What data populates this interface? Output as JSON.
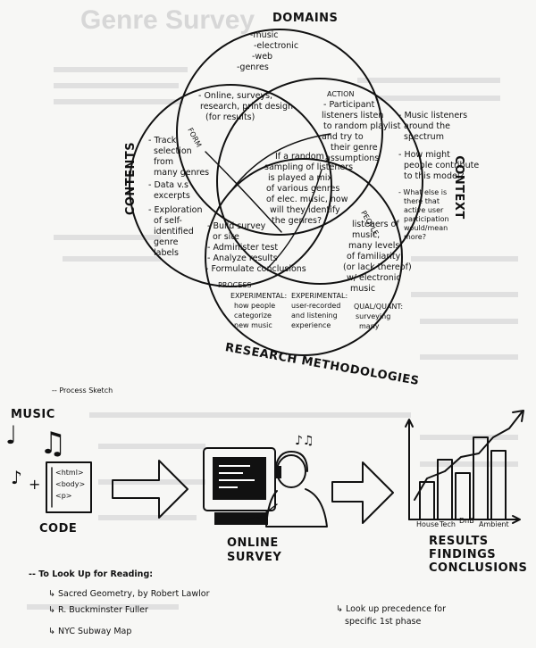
{
  "background_text": {
    "title": "Genre Survey"
  },
  "venn": {
    "domains_label": "DOMAINS",
    "domains_items": [
      "-music",
      "-electronic",
      "-web",
      "-genres"
    ],
    "context_label": "CONTEXT",
    "contents_label": "CONTENTS",
    "research_label": "RESEARCH METHODOLOGIES",
    "form_label": "FORM",
    "action_label": "ACTION",
    "people_label": "PEOPLE",
    "process_label": "PROCESS",
    "form_text": [
      "- Online, surveys,",
      "research, print design",
      "(for results)"
    ],
    "action_text": [
      "- Participant",
      "listeners listen",
      "to random playlist",
      "and try to",
      "their genre",
      "assumptions"
    ],
    "context_text": [
      "- Music listeners",
      "around the",
      "spectrum",
      "- How might",
      "people contribute",
      "to this model?",
      "- What else is",
      "there that",
      "active user",
      "participation",
      "would/mean",
      "more?"
    ],
    "contents_text": [
      "- Track",
      "selection",
      "from",
      "many genres",
      "- Data v.s",
      "excerpts",
      "- Exploration",
      "of self-",
      "identified",
      "genre",
      "labels"
    ],
    "center_text": [
      "If a random",
      "sampling of listeners",
      "is played a mix",
      "of various genres",
      "of elec. music, how",
      "will they identify",
      "the genres?"
    ],
    "process_text": [
      "- Build survey",
      "or site",
      "- Administer test",
      "- Analyze results",
      "- Formulate conclusions"
    ],
    "people_text": [
      "listeners of",
      "music,",
      "many levels",
      "of familiarity",
      "(or lack thereof)",
      "w/ electronic",
      "music"
    ],
    "experimental": [
      "EXPERIMENTAL:",
      "how people",
      "categorize",
      "new music"
    ],
    "experimental2": [
      "EXPERIMENTAL:",
      "user-recorded",
      "and listening",
      "experience"
    ],
    "qual_quant": [
      "QUAL/QUANT:",
      "surveying",
      "many"
    ]
  },
  "process": {
    "header": "-- Process Sketch",
    "music_label": "MUSIC",
    "code_lines": [
      "<html>",
      "<body>",
      "<p>"
    ],
    "code_label": "CODE",
    "survey_label_1": "ONLINE",
    "survey_label_2": "SURVEY",
    "results_1": "RESULTS",
    "results_2": "FINDINGS",
    "results_3": "CONCLUSIONS",
    "chart_ticks": [
      "House",
      "Tech",
      "DnB",
      "Ambient"
    ]
  },
  "reading": {
    "header": "-- To Look Up for Reading:",
    "items": [
      "Sacred Geometry, by Robert Lawlor",
      "R. Buckminster Fuller",
      "NYC Subway Map"
    ],
    "precedence_1": "Look up precedence for",
    "precedence_2": "specific 1st phase"
  }
}
